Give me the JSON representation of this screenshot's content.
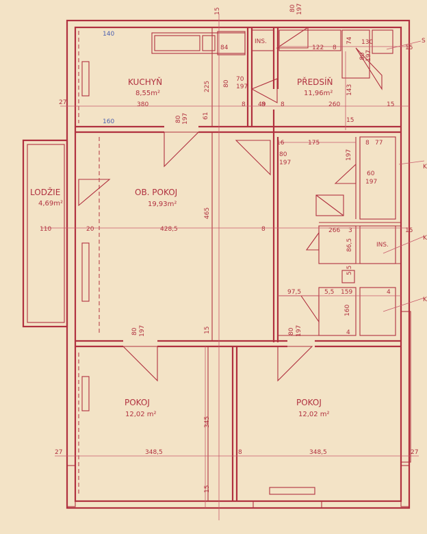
{
  "colors": {
    "paper": "#f3e3c6",
    "ink": "#b0303f",
    "ink_light": "#c8596a"
  },
  "rooms": {
    "kitchen": {
      "name": "KUCHYŇ",
      "area": "8,55m²"
    },
    "hall": {
      "name": "PŘEDSÍŇ",
      "area": "11,96m²"
    },
    "living": {
      "name": "OB. POKOJ",
      "area": "19,93m²"
    },
    "loggia": {
      "name": "LODŽIE",
      "area": "4,69m²"
    },
    "room1": {
      "name": "POKOJ",
      "area": "12,02 m²"
    },
    "room2": {
      "name": "POKOJ",
      "area": "12,02 m²"
    }
  },
  "labels": {
    "ins1": "INS.",
    "ins2": "INS."
  },
  "dims": {
    "d140": "140",
    "d160": "160",
    "d84": "84",
    "d225": "225",
    "d80a": "80",
    "d70": "70",
    "d197a": "197",
    "d8a": "8",
    "d49": "49",
    "d8b": "8",
    "d122": "122",
    "d8c": "8",
    "d74": "74",
    "d130": "130",
    "d80b": "80",
    "d197b": "197",
    "d143": "143",
    "d15a": "15",
    "d15b": "15",
    "d260": "260",
    "d380": "380",
    "d27a": "27",
    "d80c": "80",
    "d197c": "197",
    "d61": "61",
    "d15c": "15",
    "d80top": "80",
    "d197top": "197",
    "d16": "16",
    "d175": "175",
    "d8d": "8",
    "d77": "77",
    "d80d": "80",
    "d197d": "197",
    "d197e": "197",
    "d60": "60",
    "d197f": "197",
    "d15d": "15",
    "d110": "110",
    "d20": "20",
    "d4285": "428,5",
    "d465": "465",
    "d8e": "8",
    "d266": "266",
    "d3": "3",
    "d865": "86,5",
    "d15e": "15",
    "d55a": "5,5",
    "d975": "97,5",
    "d55b": "5,5",
    "d159": "159",
    "d4a": "4",
    "d160b": "160",
    "d4b": "4",
    "d80e": "80",
    "d197g": "197",
    "d15f": "15",
    "d80f": "80",
    "d197h": "197",
    "d345": "345",
    "d27b": "27",
    "d3485a": "348,5",
    "d8f": "8",
    "d3485b": "348,5",
    "d27c": "27",
    "d15g": "15",
    "d8g": "8",
    "mk1": "K",
    "mk2": "K",
    "mk3": "K",
    "mk4": "S"
  }
}
